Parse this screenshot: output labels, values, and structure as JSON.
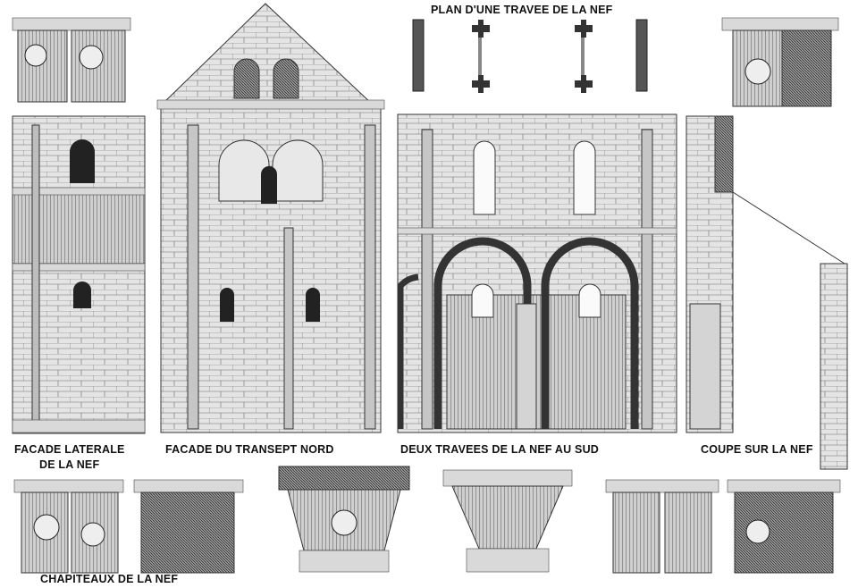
{
  "captions": {
    "plan": "PLAN D'UNE TRAVEE DE LA NEF",
    "facade_laterale_1": "FACADE LATERALE",
    "facade_laterale_2": "DE LA NEF",
    "facade_transept": "FACADE DU TRANSEPT NORD",
    "deux_travees": "DEUX TRAVEES DE LA NEF AU SUD",
    "coupe": "COUPE SUR LA NEF",
    "chapiteaux": "CHAPITEAUX DE LA NEF"
  }
}
